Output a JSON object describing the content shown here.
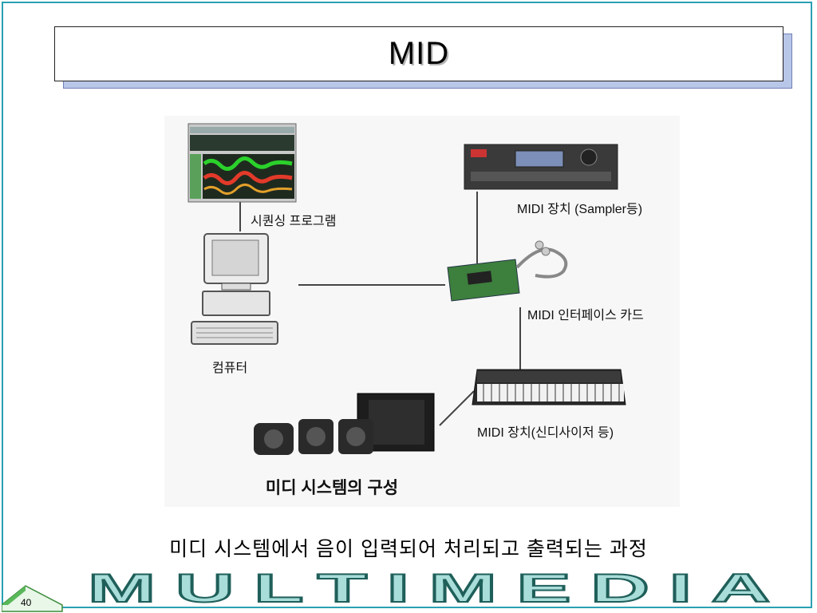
{
  "slide": {
    "title": "MID",
    "caption": "미디 시스템에서 음이 입력되어 처리되고 출력되는 과정",
    "footer_text": "MULTIMEDIA",
    "page_number": "40"
  },
  "diagram": {
    "title": "미디 시스템의 구성",
    "labels": {
      "sequencer": "시퀀싱 프로그램",
      "computer": "컴퓨터",
      "sampler": "MIDI 장치 (Sampler등)",
      "interface": "MIDI 인터페이스 카드",
      "synth": "MIDI 장치(신디사이저 등)"
    }
  },
  "colors": {
    "frame": "#2aa0b3",
    "footer_fill": "#a9ddd9",
    "title_shadow": "#b8c7e8"
  }
}
